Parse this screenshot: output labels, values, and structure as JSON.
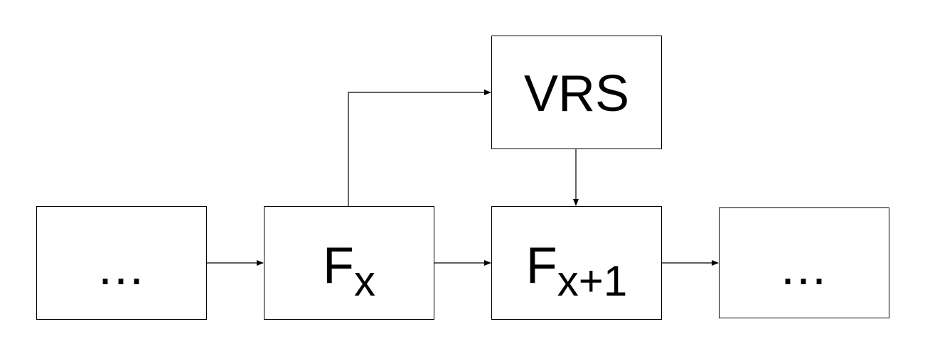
{
  "diagram": {
    "boxes": {
      "prev": {
        "label": "..."
      },
      "fx": {
        "main": "F",
        "sub": "x"
      },
      "fx_next": {
        "main": "F",
        "sub": "x+1"
      },
      "next": {
        "label": "..."
      },
      "vrs": {
        "label": "VRS"
      }
    },
    "colors": {
      "stroke": "#000000",
      "background": "#ffffff"
    }
  }
}
